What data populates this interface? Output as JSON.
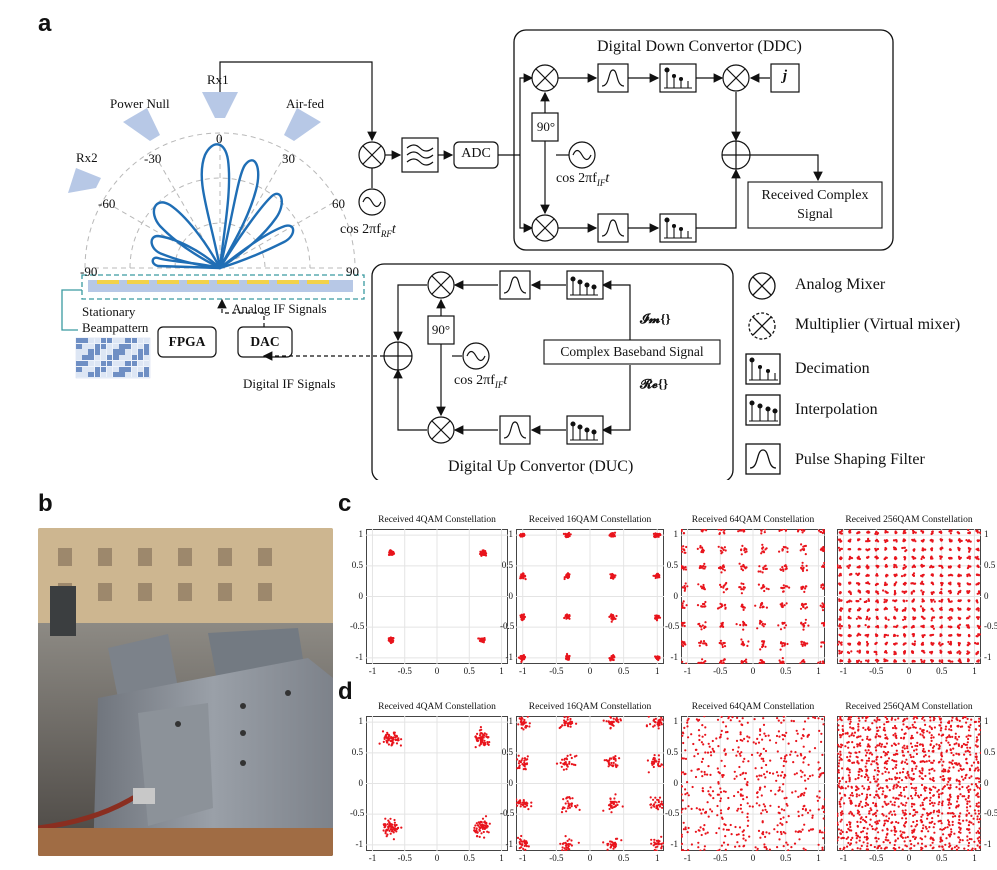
{
  "panels": {
    "a": "a",
    "b": "b",
    "c": "c",
    "d": "d"
  },
  "diagram": {
    "antennas": {
      "rx1": "Rx1",
      "rx2": "Rx2",
      "power_null": "Power Null",
      "air_fed": "Air-fed"
    },
    "polar_ticks": [
      "-90",
      "-60",
      "-30",
      "0",
      "30",
      "60",
      "90"
    ],
    "ddc_title": "Digital Down Convertor (DDC)",
    "duc_title": "Digital Up Convertor (DUC)",
    "adc": "ADC",
    "fpga": "FPGA",
    "dac": "DAC",
    "ninety": "90°",
    "j": "j",
    "cos_rf": "cos 2πf",
    "rf_sub": "RF",
    "cos_if": "cos 2πf",
    "if_sub": "IF",
    "t": "t",
    "received_complex": "Received Complex Signal",
    "complex_baseband": "Complex Baseband Signal",
    "im": "𝓘𝓶{}",
    "re": "𝓡𝓮{}",
    "analog_if": "Analog IF Signals",
    "digital_if": "Digital IF Signals",
    "stationary": "Stationary Beampattern"
  },
  "legend": {
    "analog_mixer": "Analog Mixer",
    "multiplier": "Multiplier (Virtual mixer)",
    "decimation": "Decimation",
    "interpolation": "Interpolation",
    "pulse_shaping": "Pulse Shaping Filter"
  },
  "colors": {
    "beam": "#1f6eb5",
    "antenna": "#b7c8e6",
    "points": "#e8141c",
    "yellow": "#f2d24a",
    "teal": "#3a9aa0"
  },
  "constellations": {
    "row_c": [
      {
        "title": "Received 4QAM Constellation",
        "order": 2,
        "noise": 0.012
      },
      {
        "title": "Received 16QAM Constellation",
        "order": 4,
        "noise": 0.012
      },
      {
        "title": "Received 64QAM Constellation",
        "order": 8,
        "noise": 0.02
      },
      {
        "title": "Received 256QAM Constellation",
        "order": 16,
        "noise": 0.012
      }
    ],
    "row_d": [
      {
        "title": "Received 4QAM Constellation",
        "order": 2,
        "noise": 0.04
      },
      {
        "title": "Received 16QAM Constellation",
        "order": 4,
        "noise": 0.035
      },
      {
        "title": "Received 64QAM Constellation",
        "order": 8,
        "noise": 0.045
      },
      {
        "title": "Received 256QAM Constellation",
        "order": 16,
        "noise": 0.03
      }
    ],
    "y_ticks": [
      "1",
      "0.5",
      "0",
      "-0.5",
      "-1"
    ],
    "x_ticks": [
      "-1",
      "-0.5",
      "0",
      "0.5",
      "1"
    ]
  }
}
